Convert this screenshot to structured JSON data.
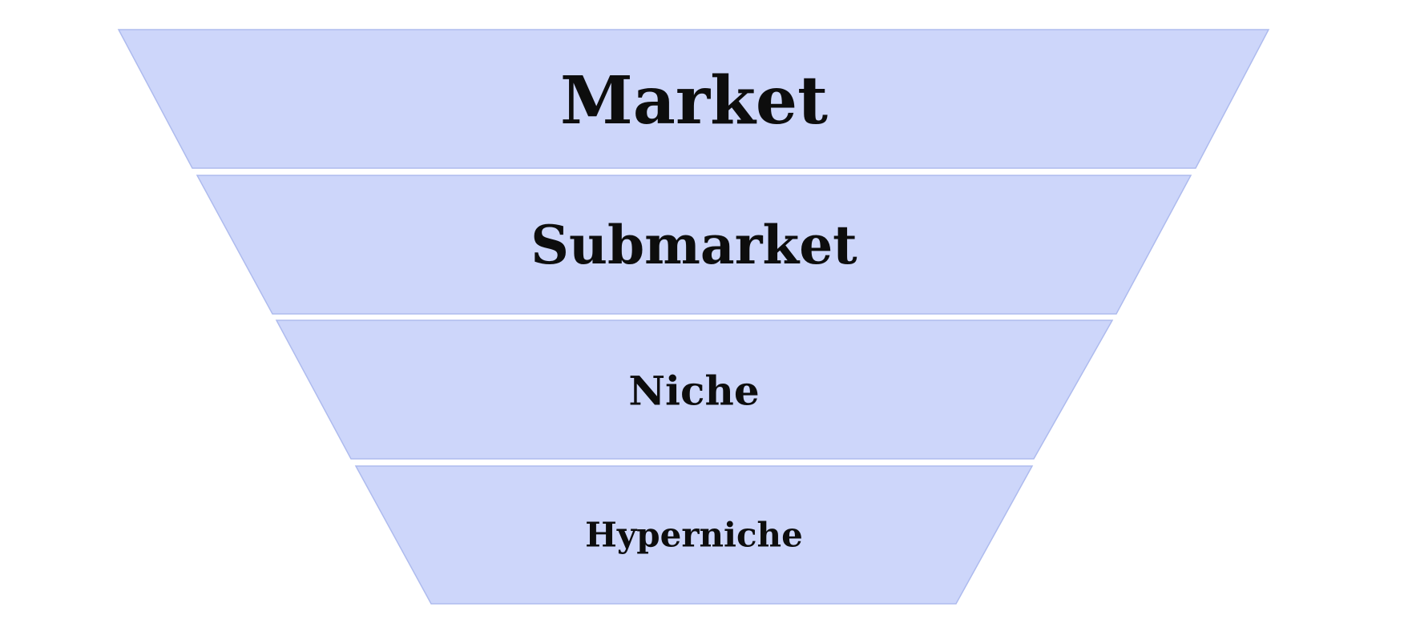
{
  "funnel": {
    "fill_color": "#cdd6fa",
    "stroke_color": "#aebbee",
    "text_color": "#0d0d0d",
    "tiers": [
      {
        "label": "Market"
      },
      {
        "label": "Submarket"
      },
      {
        "label": "Niche"
      },
      {
        "label": "Hyperniche"
      }
    ]
  }
}
